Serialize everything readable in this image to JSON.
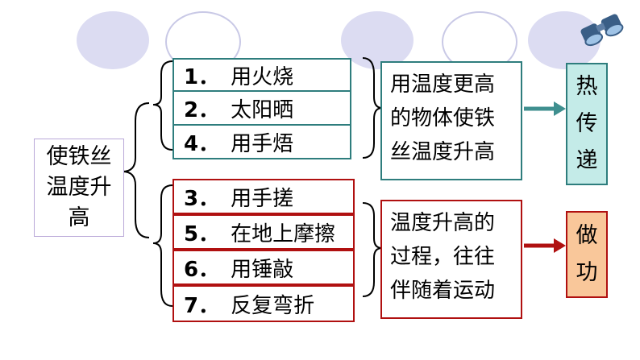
{
  "colors": {
    "teal_border": "#2e7d7d",
    "red_border": "#b01010",
    "heat_fill": "#c4ebe8",
    "work_fill": "#f9c79a",
    "ellipse_fill": "#dcdcf2",
    "root_border": "#b9a8d8"
  },
  "root": {
    "lines": [
      "使铁丝",
      "温度升",
      "高"
    ]
  },
  "group_heat": {
    "items": [
      {
        "num": "1．",
        "text": "用火烧"
      },
      {
        "num": "2．",
        "text": "太阳晒"
      },
      {
        "num": "4．",
        "text": "用手焐"
      }
    ],
    "description_lines": [
      "用温度更高",
      "的物体使铁",
      "丝温度升高"
    ],
    "result_lines": [
      "热",
      "传",
      "递"
    ]
  },
  "group_work": {
    "items": [
      {
        "num": "3．",
        "text": "用手搓"
      },
      {
        "num": "5．",
        "text": "在地上摩擦"
      },
      {
        "num": "6．",
        "text": "用锤敲"
      },
      {
        "num": "7．",
        "text": "反复弯折"
      }
    ],
    "description_lines": [
      "温度升高的",
      "过程，往往",
      "伴随着运动"
    ],
    "result_lines": [
      "做",
      "功"
    ]
  },
  "decor": {
    "icon": "binoculars-icon"
  }
}
